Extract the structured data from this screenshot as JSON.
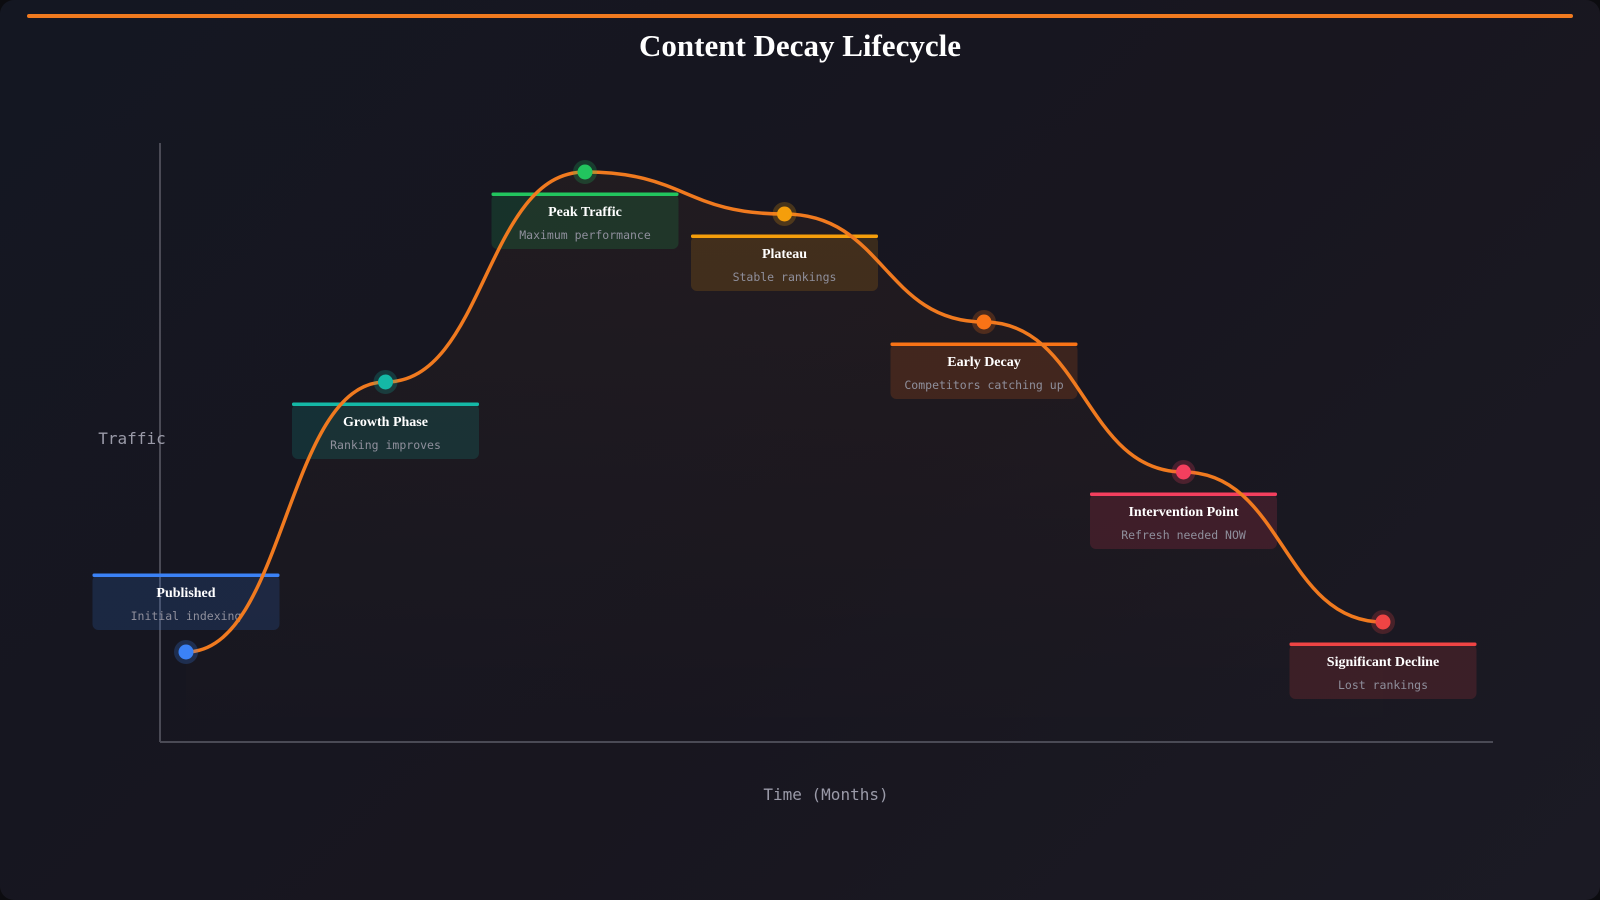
{
  "title": "Content Decay Lifecycle",
  "accent_color": "#f07a1f",
  "chart_data": {
    "type": "line",
    "title": "Content Decay Lifecycle",
    "xlabel": "Time (Months)",
    "ylabel": "Traffic",
    "line_color": "#f07a1f",
    "stages": [
      {
        "name": "Published",
        "desc": "Initial indexing",
        "color": "#3b82f6",
        "traffic": 15,
        "time": 0
      },
      {
        "name": "Growth Phase",
        "desc": "Ranking improves",
        "color": "#14b8a6",
        "traffic": 60,
        "time": 1
      },
      {
        "name": "Peak Traffic",
        "desc": "Maximum performance",
        "color": "#22c55e",
        "traffic": 95,
        "time": 2
      },
      {
        "name": "Plateau",
        "desc": "Stable rankings",
        "color": "#f59e0b",
        "traffic": 88,
        "time": 3
      },
      {
        "name": "Early Decay",
        "desc": "Competitors catching up",
        "color": "#f97316",
        "traffic": 70,
        "time": 4
      },
      {
        "name": "Intervention Point",
        "desc": "Refresh needed NOW",
        "color": "#f43f5e",
        "traffic": 45,
        "time": 5
      },
      {
        "name": "Significant Decline",
        "desc": "Lost rankings",
        "color": "#ef4444",
        "traffic": 20,
        "time": 6
      }
    ]
  }
}
